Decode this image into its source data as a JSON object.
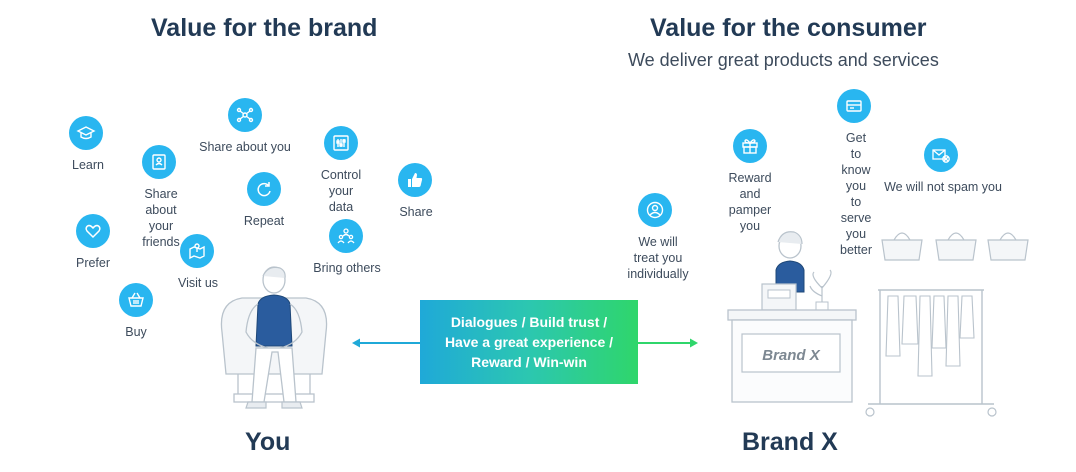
{
  "left": {
    "title": "Value for the brand",
    "bottom_label": "You",
    "items": [
      {
        "label": "Learn",
        "icon": "graduation-cap-icon"
      },
      {
        "label": "Share about your\nfriends",
        "icon": "contact-card-icon"
      },
      {
        "label": "Share about you",
        "icon": "share-network-icon"
      },
      {
        "label": "Control your\ndata",
        "icon": "sliders-icon"
      },
      {
        "label": "Share",
        "icon": "thumbs-up-icon"
      },
      {
        "label": "Repeat",
        "icon": "refresh-icon"
      },
      {
        "label": "Prefer",
        "icon": "heart-icon"
      },
      {
        "label": "Visit us",
        "icon": "map-pin-icon"
      },
      {
        "label": "Bring others",
        "icon": "people-icon"
      },
      {
        "label": "Buy",
        "icon": "shopping-basket-icon"
      }
    ]
  },
  "right": {
    "title": "Value for the consumer",
    "subtitle": "We deliver great products and services",
    "bottom_label": "Brand X",
    "counter_sign": "Brand X",
    "items": [
      {
        "label": "Get to know you\nto serve you better",
        "icon": "id-card-icon"
      },
      {
        "label": "Reward and\npamper you",
        "icon": "gift-icon"
      },
      {
        "label": "We will not spam you",
        "icon": "no-spam-mail-icon"
      },
      {
        "label": "We will treat you\nindividually",
        "icon": "user-icon"
      }
    ]
  },
  "center": {
    "lines": [
      "Dialogues / Build trust /",
      "Have a great experience /",
      "Reward / Win-win"
    ]
  },
  "colors": {
    "accent": "#29b6f0",
    "title": "#223a55",
    "gradient_start": "#1fa9d8",
    "gradient_end": "#2fd66b"
  }
}
